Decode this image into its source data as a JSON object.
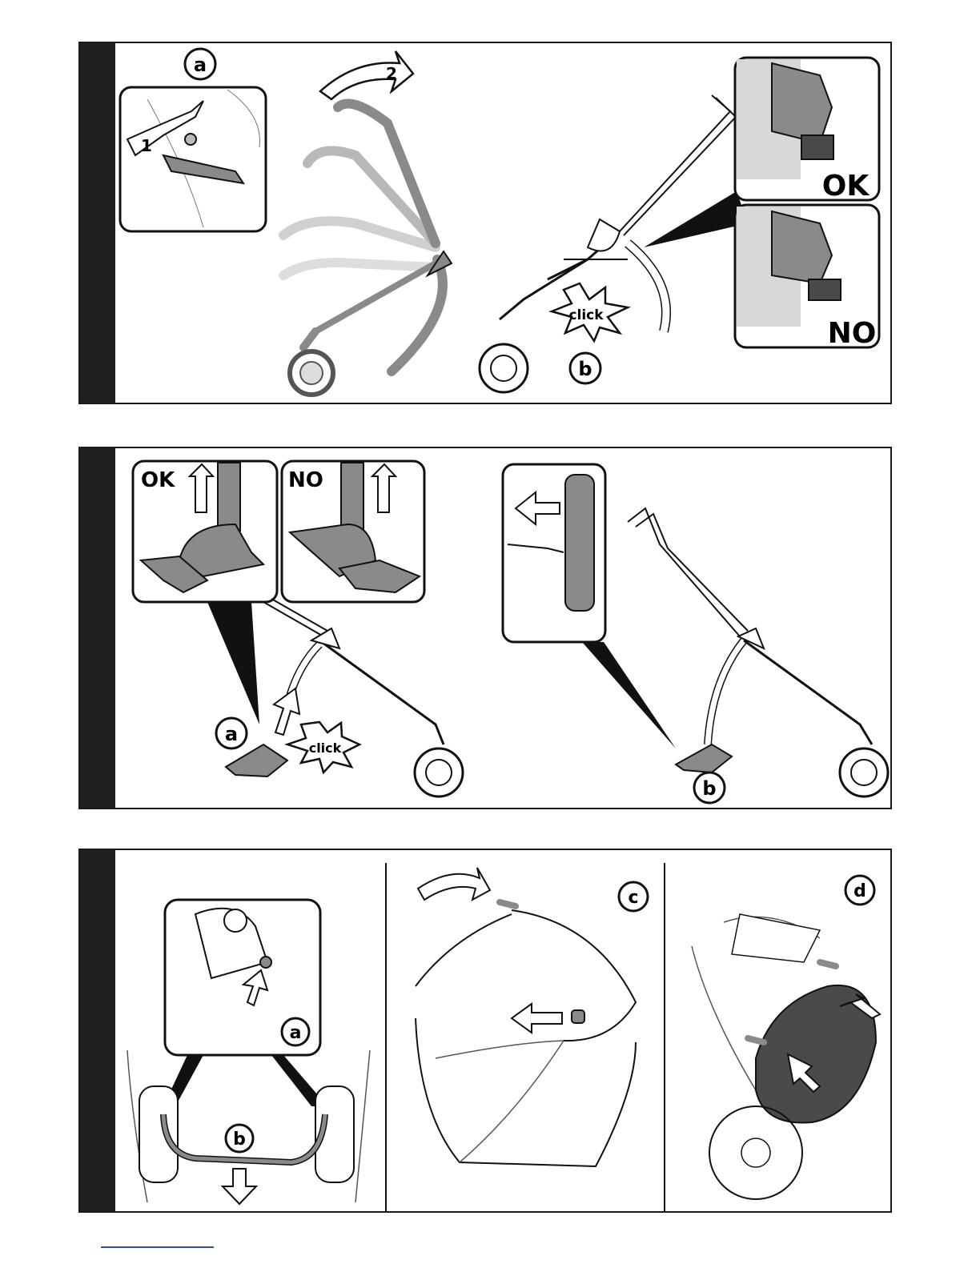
{
  "panel1": {
    "label_a": "a",
    "label_b": "b",
    "step1": "1",
    "step2": "2",
    "click": "click",
    "ok": "OK",
    "no": "NO"
  },
  "panel2": {
    "ok": "OK",
    "no": "NO",
    "label_a": "a",
    "label_b": "b",
    "click": "click"
  },
  "panel3": {
    "label_a": "a",
    "label_b": "b",
    "label_c": "c",
    "label_d": "d"
  },
  "colors": {
    "frame": "#1f1f1f",
    "grey_part": "#8a8a8a",
    "light_grey": "#c9c9c9",
    "dark_fill": "#4a4a4a",
    "link": "#2a49c8"
  }
}
